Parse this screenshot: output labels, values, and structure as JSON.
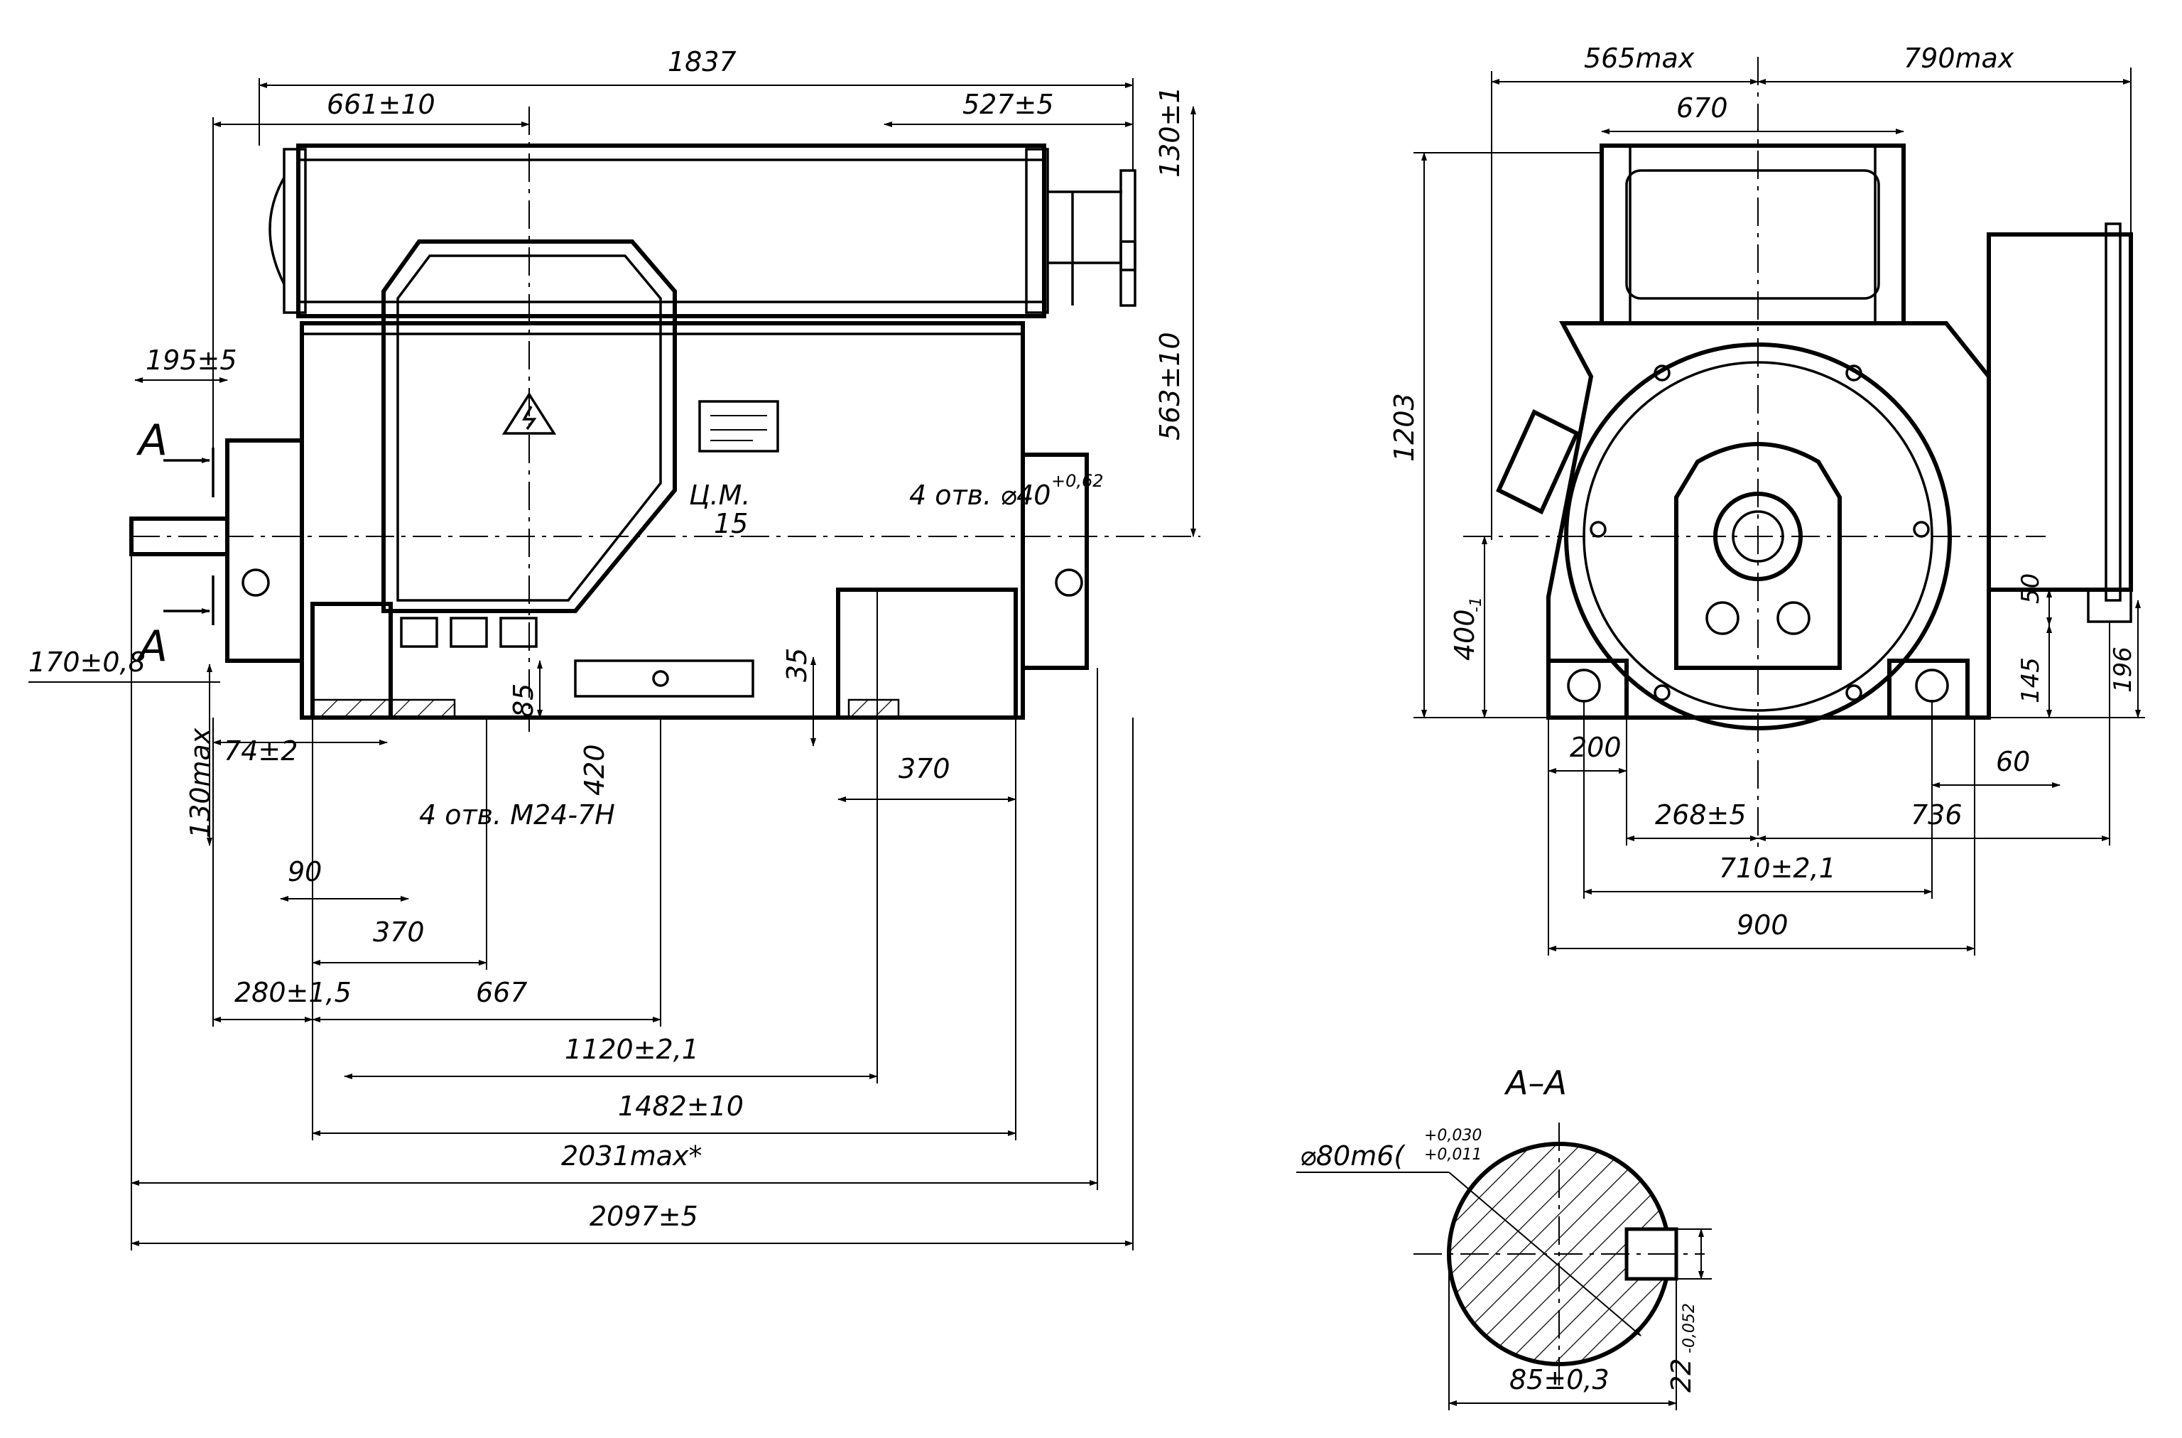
{
  "drawing": {
    "section_label": "А–А",
    "arrow_label": "А",
    "center_mark": "Ц.М.",
    "hole_note": "4 отв. ⌀40",
    "hole_tol": "+0,62",
    "thread_note": "4 отв. М24-7Н",
    "shaft_diameter": "⌀80m6(",
    "shaft_tol_upper": "+0,030",
    "shaft_tol_lower": "+0,011",
    "key_dim": "22",
    "key_tol": "-0,052"
  },
  "front_dims": {
    "d1837": "1837",
    "d661": "661±10",
    "d527": "527±5",
    "d130_1": "130±1",
    "d563": "563±10",
    "d195": "195±5",
    "d15": "15",
    "d170": "170±0,8",
    "d35": "35",
    "d85": "85",
    "d420": "420",
    "d74": "74±2",
    "d130max": "130max",
    "d370a": "370",
    "d90": "90",
    "d370b": "370",
    "d280": "280±1,5",
    "d667": "667",
    "d1120": "1120±2,1",
    "d1482": "1482±10",
    "d2031": "2031max*",
    "d2097": "2097±5"
  },
  "side_dims": {
    "d565": "565max",
    "d790": "790max",
    "d670": "670",
    "d1203": "1203",
    "d400": "400",
    "d400_tol": "-1",
    "d50": "50",
    "d145": "145",
    "d196": "196",
    "d200": "200",
    "d60": "60",
    "d268": "268±5",
    "d736": "736",
    "d710": "710±2,1",
    "d900": "900",
    "d85sec": "85±0,3"
  }
}
